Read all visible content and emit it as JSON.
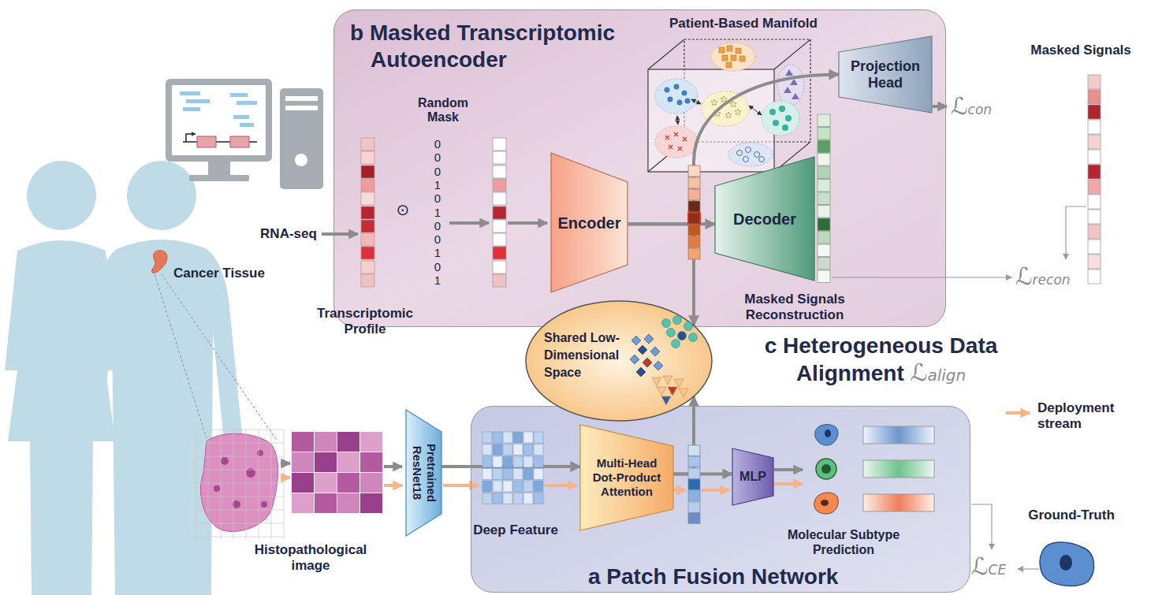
{
  "diagram": {
    "nodes": [
      {
        "text": [
          "b Masked Transcriptomic Autoencoder"
        ]
      },
      {
        "text": [
          "Encoder"
        ],
        "in": 0
      },
      {
        "text": [
          "Decoder"
        ],
        "in": 0
      },
      {
        "text": [
          "Projection Head"
        ],
        "in": 0
      },
      {
        "text": [
          "Shared Low-Dimensional Space"
        ]
      },
      {
        "text": [
          "a Patch Fusion Network"
        ]
      },
      {
        "text": [
          "Pretrained ResNet18"
        ]
      },
      {
        "text": [
          "Multi-Head Dot-Product Attention"
        ],
        "in": 5
      },
      {
        "text": [
          "MLP"
        ],
        "in": 5
      }
    ],
    "edges": [
      {
        "from": 6,
        "to": 7,
        "arrow": "to"
      },
      {
        "from": 7,
        "to": 8,
        "arrow": "to"
      },
      {
        "from": 1,
        "to": 2,
        "arrow": "to"
      },
      {
        "from": 1,
        "to": 3,
        "arrow": "to"
      },
      {
        "from": 1,
        "to": 4,
        "arrow": "to"
      },
      {
        "from": 7,
        "to": 4,
        "arrow": "to"
      }
    ],
    "labels": [
      "RNA-seq",
      "Random Mask",
      "0",
      "0",
      "0",
      "1",
      "0",
      "1",
      "0",
      "0",
      "1",
      "0",
      "1",
      "⊙",
      "Transcriptomic Profile",
      "Patient-Based Manifold",
      "ℒcon",
      "Masked Signals",
      "Masked Signals Reconstruction",
      "ℒrecon",
      "Cancer Tissue",
      "c Heterogeneous Data Alignment",
      "ℒalign",
      "Histopathological image",
      "Deep Feature",
      "Molecular Subtype Prediction",
      "Ground-Truth",
      "ℒCE"
    ],
    "legend": [
      {
        "text": "Deployment stream"
      }
    ]
  }
}
